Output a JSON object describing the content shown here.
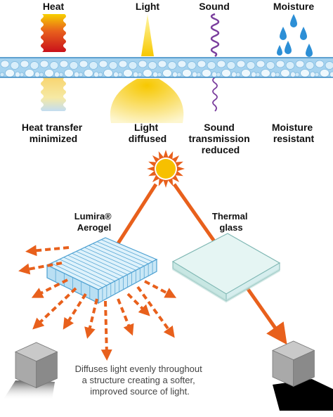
{
  "top_labels": {
    "heat": "Heat",
    "light": "Light",
    "sound": "Sound",
    "moisture": "Moisture"
  },
  "bottom_labels": {
    "heat": "Heat transfer\nminimized",
    "light": "Light\ndiffused",
    "sound": "Sound\ntransmission\nreduced",
    "moisture": "Moisture\nresistant"
  },
  "panels": {
    "aerogel": "Lumira®\nAerogel",
    "glass": "Thermal\nglass"
  },
  "caption": "Diffuses light evenly throughout\na structure creating a softer,\nimproved source of light.",
  "colors": {
    "ray": "#e8601c",
    "sun": "#f7c000",
    "sun_rays": "#e8601c",
    "aerogel": "#cde9f7",
    "aerogel_lines": "#5aa8d6",
    "glass": "#d6eeee",
    "sound_wave": "#7a3e9d",
    "water_drop": "#2c8fd6",
    "cube_top": "#c9c9c9",
    "cube_side": "#8a8a8a",
    "cube_front": "#a9a9a9",
    "shadow": "#000000"
  },
  "icons": [
    "heat-gradient-icon",
    "light-beam-icon",
    "sound-wave-icon",
    "water-drop-icon",
    "sun-icon",
    "cube-icon"
  ]
}
